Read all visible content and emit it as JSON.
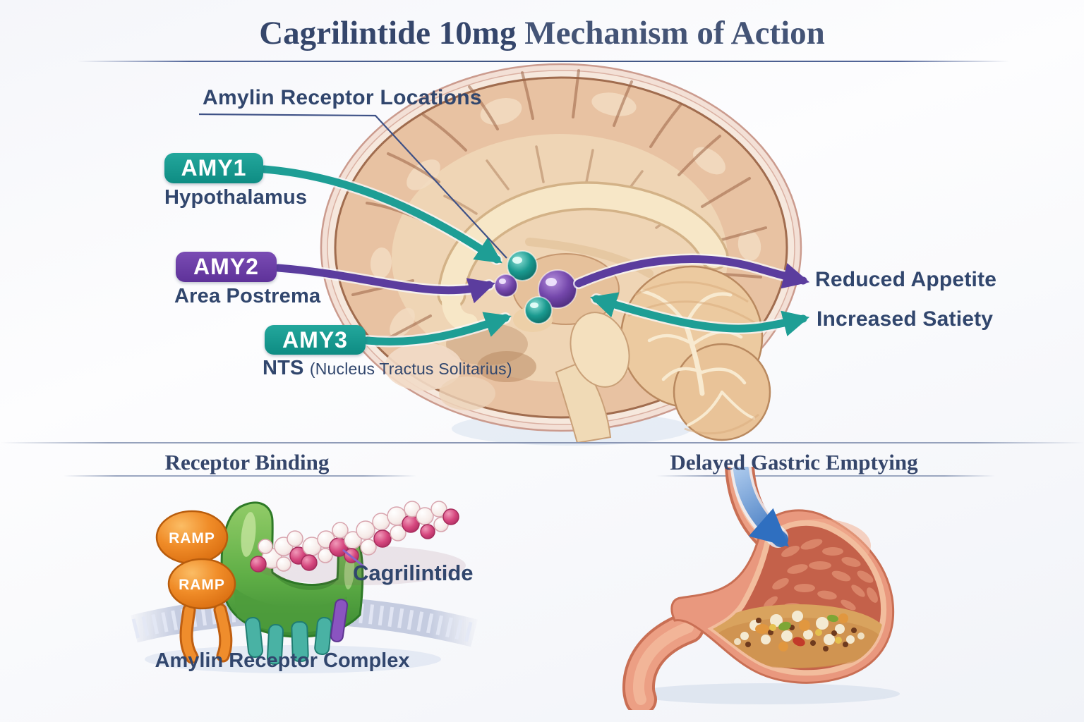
{
  "title": {
    "drug": "Cagrilintide 10mg",
    "suffix": "Mechanism of Action"
  },
  "brain": {
    "pointer_label": "Amylin Receptor Locations",
    "receptors": [
      {
        "badge": "AMY1",
        "region": "Hypothalamus"
      },
      {
        "badge": "AMY2",
        "region": "Area Postrema"
      },
      {
        "badge": "AMY3",
        "region": "NTS",
        "region_detail": "(Nucleus Tractus Solitarius)"
      }
    ],
    "outcomes": [
      {
        "label": "Reduced Appetite"
      },
      {
        "label": "Increased Satiety"
      }
    ]
  },
  "sections": {
    "binding": {
      "heading": "Receptor Binding",
      "ramp_label": "RAMP",
      "ligand_label": "Cagrilintide",
      "caption": "Amylin Receptor Complex"
    },
    "gastric": {
      "heading": "Delayed Gastric Emptying"
    }
  },
  "colors": {
    "navy_text": "#31466d",
    "badge_teal": "#17998f",
    "badge_purple": "#6b3fa6",
    "arrow_teal": "#1e9e95",
    "arrow_purple": "#5b3d9e",
    "ramp_orange": "#ef8a28",
    "receptor_green": "#5aa846",
    "ligand_pink": "#d94b80",
    "ligand_cream": "#f6ede9",
    "membrane_gray": "#c8cede",
    "stomach_salmon": "#e08a72",
    "gastric_arrow_blue": "#2e73c5"
  }
}
